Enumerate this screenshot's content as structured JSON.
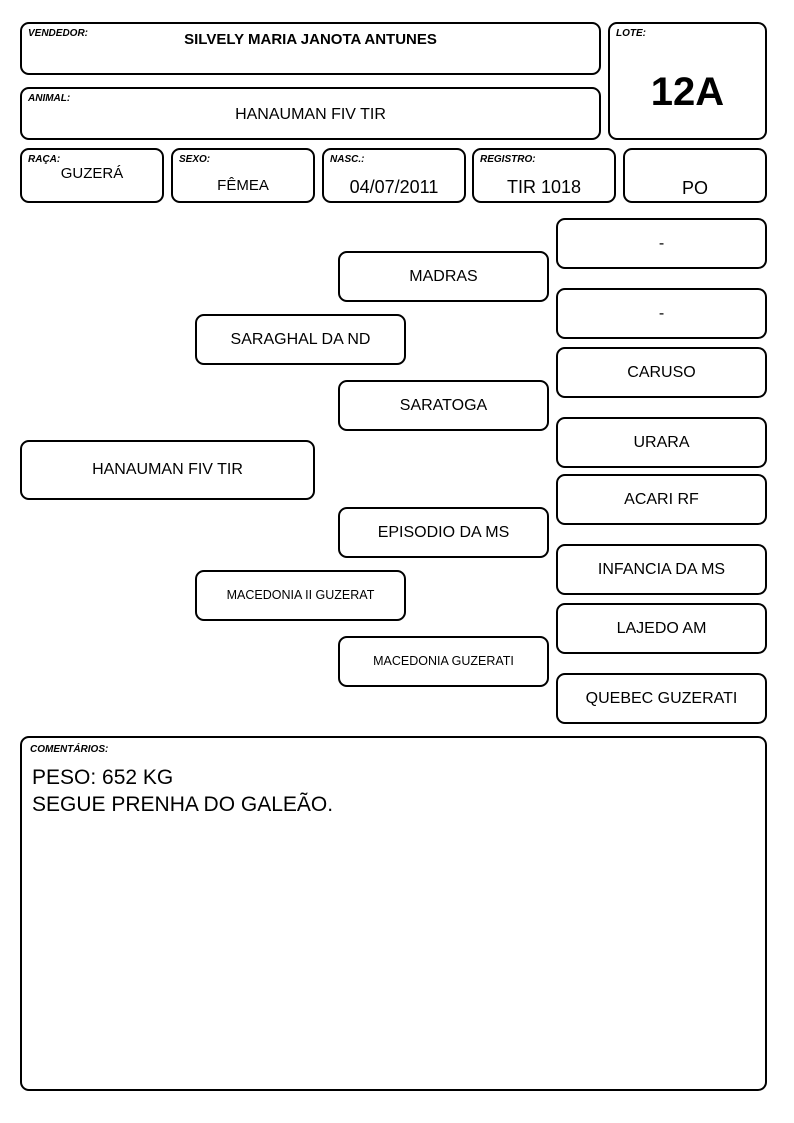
{
  "header": {
    "vendedor": {
      "label": "VENDEDOR:",
      "value": "SILVELY MARIA JANOTA ANTUNES"
    },
    "lote": {
      "label": "LOTE:",
      "value": "12A"
    },
    "animal": {
      "label": "ANIMAL:",
      "value": "HANAUMAN FIV TIR"
    },
    "raca": {
      "label": "RAÇA:",
      "value": "GUZERÁ"
    },
    "sexo": {
      "label": "SEXO:",
      "value": "FÊMEA"
    },
    "nasc": {
      "label": "NASC.:",
      "value": "04/07/2011"
    },
    "registro": {
      "label": "REGISTRO:",
      "value": "TIR 1018"
    },
    "categoria": {
      "value": "PO"
    }
  },
  "pedigree": {
    "animal": "HANAUMAN FIV TIR",
    "sire": "SARAGHAL DA ND",
    "dam": "MACEDONIA II GUZERAT",
    "sire_sire": "MADRAS",
    "sire_dam": "SARATOGA",
    "dam_sire": "EPISODIO DA MS",
    "dam_dam": "MACEDONIA GUZERATI",
    "ggp": [
      "-",
      "-",
      "CARUSO",
      "URARA",
      "ACARI RF",
      "INFANCIA DA MS",
      "LAJEDO AM",
      "QUEBEC GUZERATI"
    ]
  },
  "comments": {
    "label": "COMENTÁRIOS:",
    "lines": [
      "PESO: 652 KG",
      "SEGUE PRENHA DO GALEÃO."
    ]
  }
}
